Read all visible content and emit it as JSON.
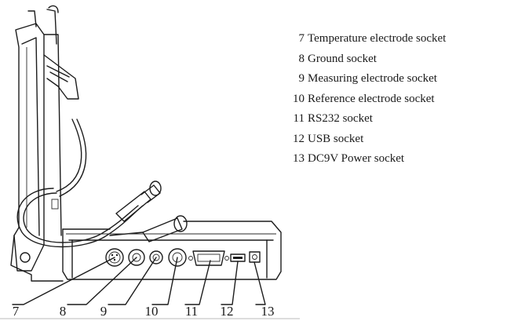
{
  "callouts": [
    {
      "num": "7"
    },
    {
      "num": "8"
    },
    {
      "num": "9"
    },
    {
      "num": "10"
    },
    {
      "num": "11"
    },
    {
      "num": "12"
    },
    {
      "num": "13"
    }
  ],
  "legend": [
    {
      "num": "7",
      "label": "Temperature electrode socket"
    },
    {
      "num": "8",
      "label": "Ground socket"
    },
    {
      "num": "9",
      "label": "Measuring electrode socket"
    },
    {
      "num": "10",
      "label": "Reference electrode socket"
    },
    {
      "num": "11",
      "label": "RS232 socket"
    },
    {
      "num": "12",
      "label": "USB socket"
    },
    {
      "num": "13",
      "label": "DC9V Power socket"
    }
  ]
}
